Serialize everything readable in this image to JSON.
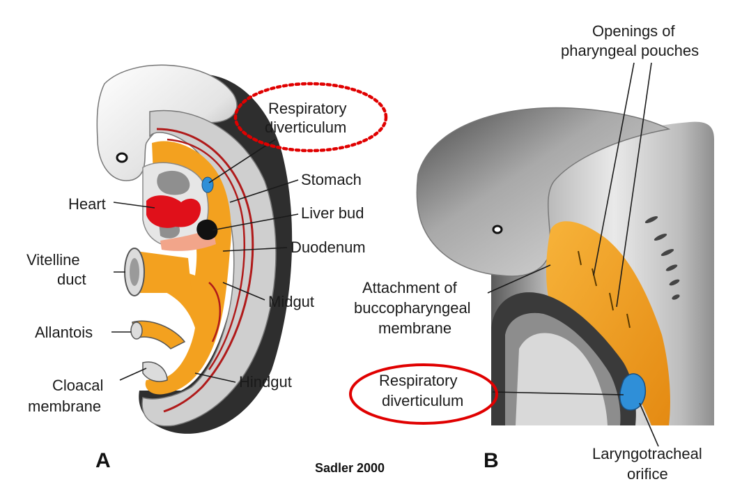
{
  "panel_a": {
    "letter": "A",
    "labels": {
      "heart": "Heart",
      "vitelline_1": "Vitelline",
      "vitelline_2": "duct",
      "allantois": "Allantois",
      "cloacal_1": "Cloacal",
      "cloacal_2": "membrane",
      "stomach": "Stomach",
      "liver": "Liver bud",
      "duodenum": "Duodenum",
      "midgut": "Midgut",
      "hindgut": "Hindgut",
      "resp_1": "Respiratory",
      "resp_2": "diverticulum"
    },
    "highlight": {
      "style": "dotted-ellipse",
      "color": "#e00000"
    }
  },
  "panel_b": {
    "letter": "B",
    "labels": {
      "openings_1": "Openings of",
      "openings_2": "pharyngeal pouches",
      "attach_1": "Attachment of",
      "attach_2": "buccopharyngeal",
      "attach_3": "membrane",
      "resp_1": "Respiratory",
      "resp_2": "diverticulum",
      "laryngo_1": "Laryngotracheal",
      "laryngo_2": "orifice"
    },
    "highlight": {
      "style": "solid-ellipse",
      "color": "#e00000"
    }
  },
  "credit": "Sadler 2000",
  "colors": {
    "gut_orange": "#f3a11f",
    "heart_red": "#e0101a",
    "vessel_red": "#b01a1a",
    "embryo_gray": "#8a8a8a",
    "dark_gray": "#2a2a2a",
    "light_gray": "#d6d6d6",
    "diverticulum_blue": "#2f8fd8",
    "highlight_red": "#e00000"
  }
}
